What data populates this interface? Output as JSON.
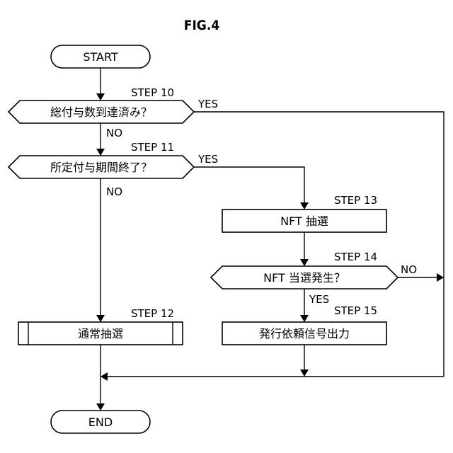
{
  "figure": {
    "title": "FIG.4"
  },
  "nodes": {
    "start": "START",
    "end": "END",
    "step10": {
      "step": "STEP 10",
      "text": "総付与数到達済み？"
    },
    "step11": {
      "step": "STEP 11",
      "text": "所定付与期間終了？"
    },
    "step12": {
      "step": "STEP 12",
      "text": "通常抽選"
    },
    "step13": {
      "step": "STEP 13",
      "text": "NFT 抽選"
    },
    "step14": {
      "step": "STEP 14",
      "text": "NFT 当選発生？"
    },
    "step15": {
      "step": "STEP 15",
      "text": "発行依頼信号出力"
    }
  },
  "edges": {
    "step10_yes": "YES",
    "step10_no": "NO",
    "step11_yes": "YES",
    "step11_no": "NO",
    "step14_yes": "YES",
    "step14_no": "NO"
  }
}
